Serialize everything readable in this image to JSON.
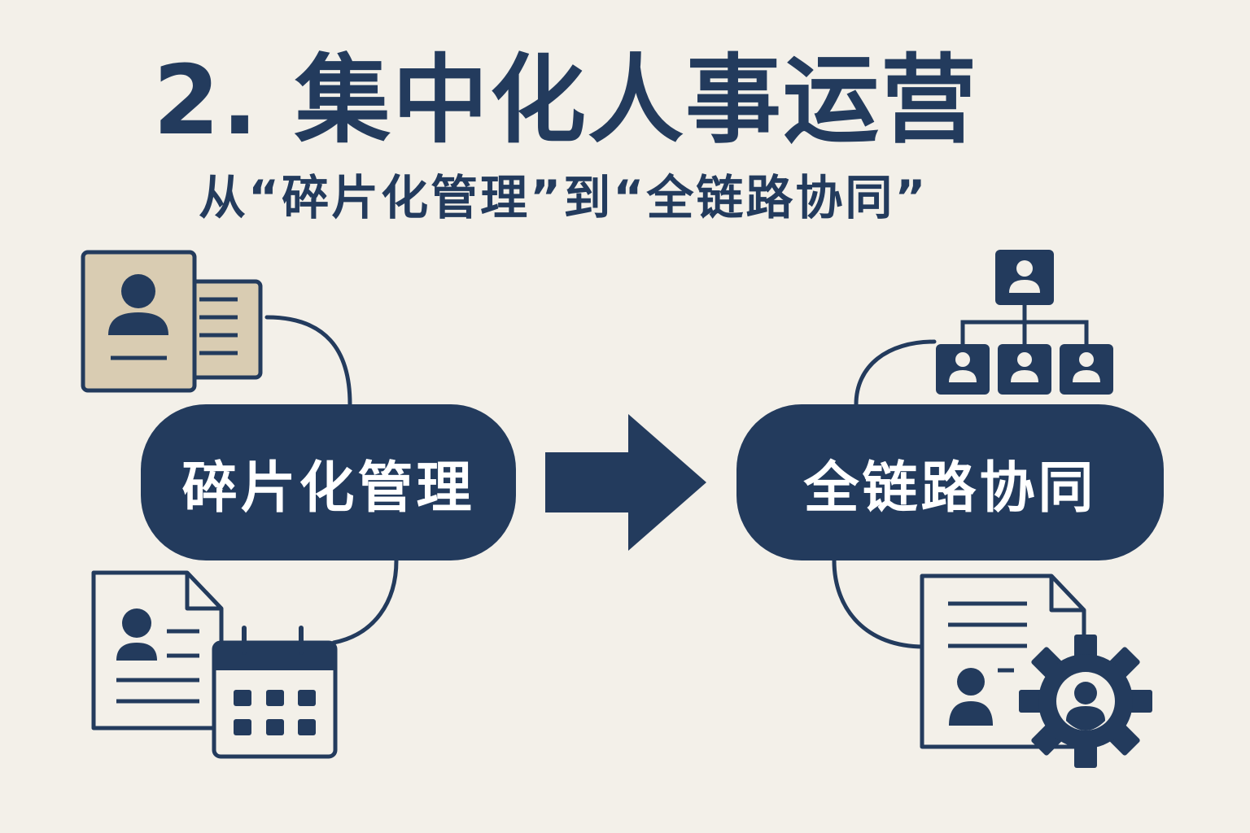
{
  "diagram": {
    "title": "2. 集中化人事运营",
    "subtitle": "从“碎片化管理”到“全链路协同”",
    "from_node": {
      "label": "碎片化管理"
    },
    "to_node": {
      "label": "全链路协同"
    }
  },
  "colors": {
    "navy": "#233b5d",
    "background": "#f3f0e9",
    "card_tan": "#d9ccb2",
    "pill_text": "#ffffff"
  },
  "icons": [
    "profile-card-icon",
    "documents-icon",
    "resume-document-icon",
    "calendar-icon",
    "arrow-right-icon",
    "org-chart-icon",
    "document-gear-icon"
  ]
}
